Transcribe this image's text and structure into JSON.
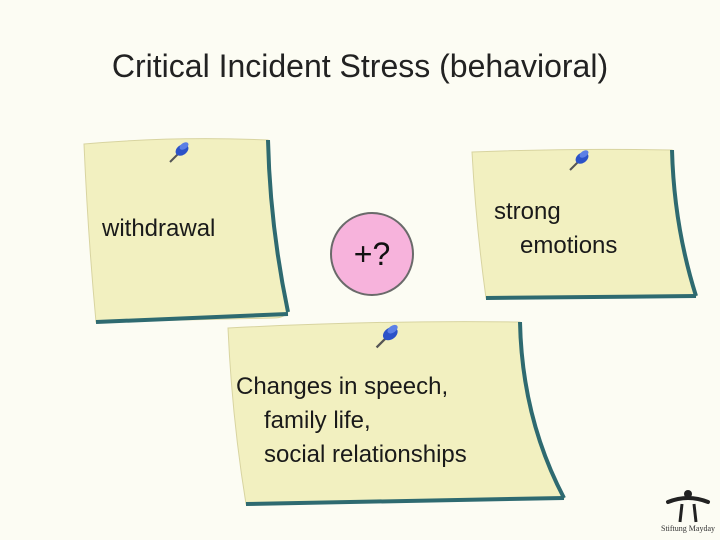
{
  "slide": {
    "title": "Critical Incident Stress (behavioral)"
  },
  "notes": {
    "left": {
      "text": "withdrawal"
    },
    "right": {
      "line1": "strong",
      "line2": "emotions"
    },
    "bottom": {
      "line1": "Changes in speech,",
      "line2": "family life,",
      "line3": "social relationships"
    }
  },
  "center_circle": {
    "text": "+?"
  },
  "logo": {
    "label": "Stiftung Mayday",
    "icon": "mayday-logo-icon"
  },
  "colors": {
    "note_fill": "#f2f0c0",
    "note_edge": "#2e6a70",
    "pin": "#2b52c8",
    "circle_fill": "#f7b3dc"
  }
}
